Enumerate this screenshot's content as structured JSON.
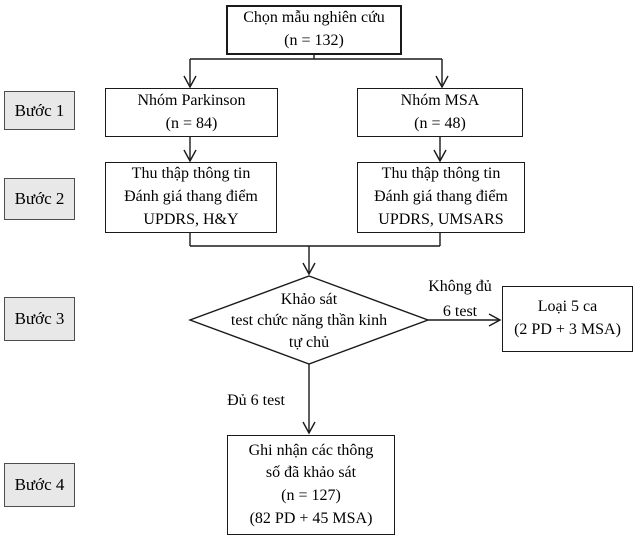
{
  "diagram": {
    "steps": [
      {
        "label": "Bước 1"
      },
      {
        "label": "Bước 2"
      },
      {
        "label": "Bước 3"
      },
      {
        "label": "Bước 4"
      }
    ],
    "nodes": {
      "start": {
        "lines": [
          "Chọn mẫu nghiên cứu",
          "(n = 132)"
        ]
      },
      "parkinson": {
        "lines": [
          "Nhóm Parkinson",
          "(n = 84)"
        ]
      },
      "msa": {
        "lines": [
          "Nhóm MSA",
          "(n = 48)"
        ]
      },
      "collect_pd": {
        "lines": [
          "Thu thập thông tin",
          "Đánh giá thang điểm",
          "UPDRS, H&Y"
        ]
      },
      "collect_msa": {
        "lines": [
          "Thu thập thông tin",
          "Đánh giá thang điểm",
          "UPDRS, UMSARS"
        ]
      },
      "decision": {
        "lines": [
          "Khảo sát",
          "test chức năng thần kinh",
          "tự chủ"
        ]
      },
      "excluded": {
        "lines": [
          "Loại 5 ca",
          "(2 PD + 3 MSA)"
        ]
      },
      "final": {
        "lines": [
          "Ghi nhận các thông",
          "số đã khảo sát",
          "(n = 127)",
          "(82 PD + 45 MSA)"
        ]
      }
    },
    "edge_labels": {
      "insufficient": {
        "lines": [
          "Không đủ",
          "6 test"
        ]
      },
      "sufficient": "Đủ 6 test"
    },
    "colors": {
      "step_fill": "#e8e8e8",
      "step_border": "#4d4d4d",
      "node_border": "#1a1a1a",
      "line": "#1a1a1a",
      "background": "#ffffff"
    }
  }
}
